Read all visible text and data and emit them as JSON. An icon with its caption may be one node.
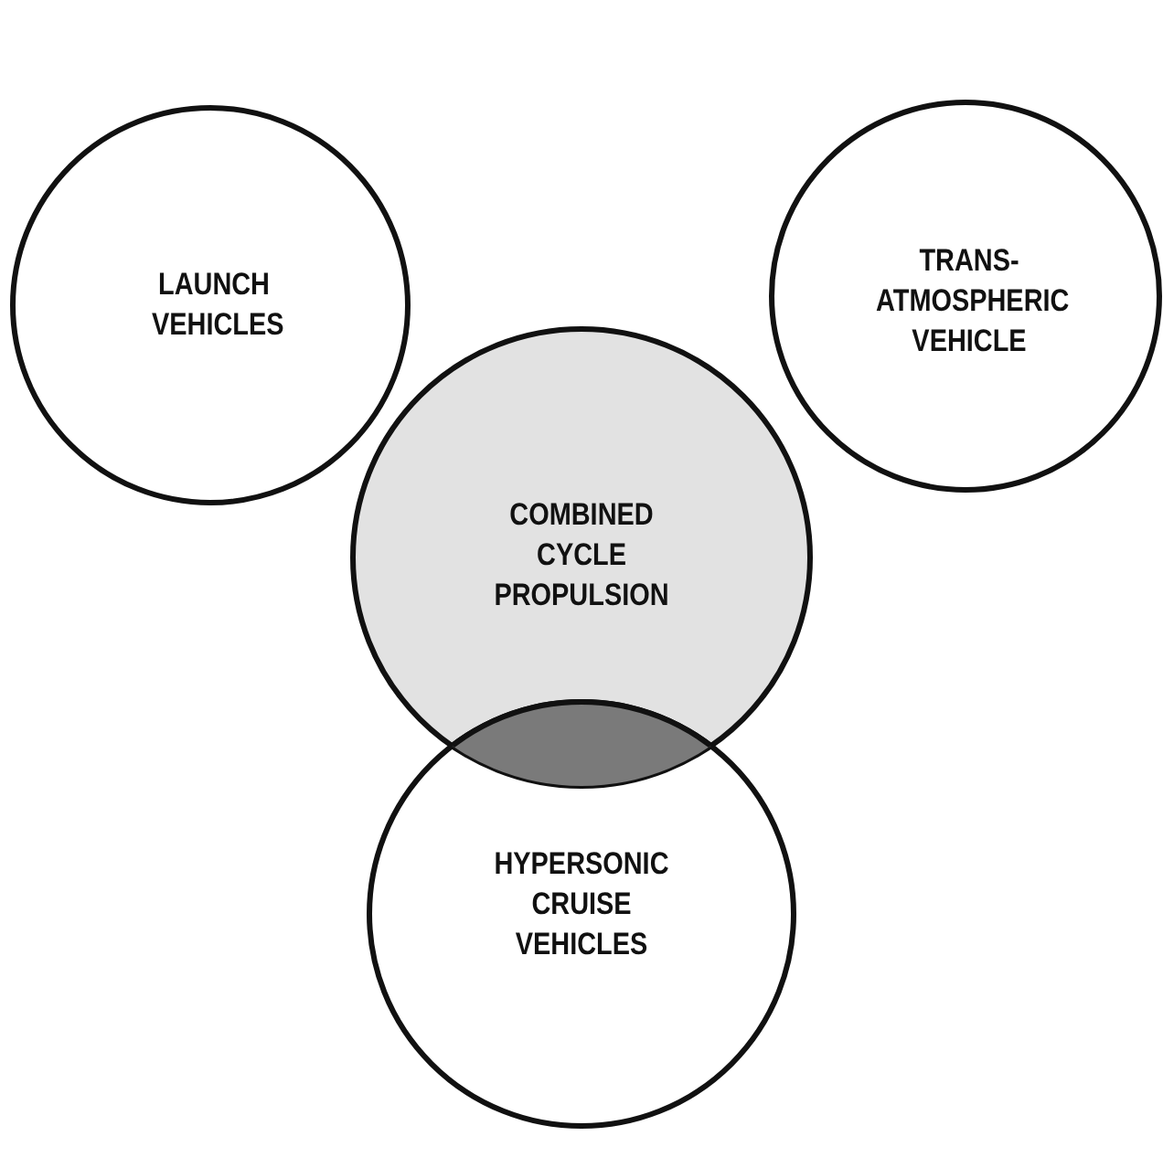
{
  "diagram": {
    "nodes": [
      {
        "text": [
          "LAUNCH VEHICLES"
        ]
      },
      {
        "text": [
          "TRANS- ATMOSPHERIC VEHICLE"
        ]
      },
      {
        "text": [
          "COMBINED CYCLE PROPULSION"
        ]
      },
      {
        "text": [
          "HYPERSONIC CRUISE VEHICLES"
        ]
      }
    ]
  }
}
